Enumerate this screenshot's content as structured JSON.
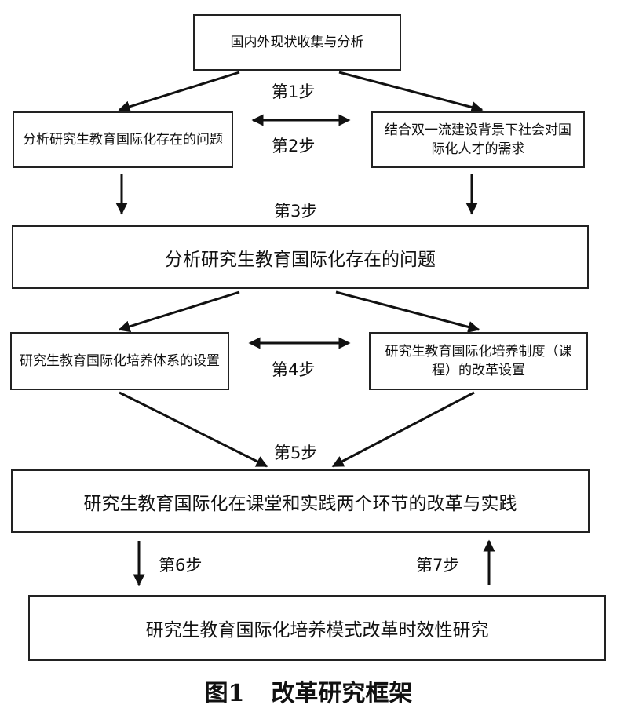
{
  "boxes": {
    "top": "国内外现状收集与分析",
    "left1": "分析研究生教育国际化存在的问题",
    "right1": "结合双一流建设背景下社会对国际化人才的需求",
    "middle1": "分析研究生教育国际化存在的问题",
    "left2": "研究生教育国际化培养体系的设置",
    "right2": "研究生教育国际化培养制度（课程）的改革设置",
    "middle2": "研究生教育国际化在课堂和实践两个环节的改革与实践",
    "bottom": "研究生教育国际化培养模式改革时效性研究"
  },
  "steps": {
    "s1": "第1步",
    "s2": "第2步",
    "s3": "第3步",
    "s4": "第4步",
    "s5": "第5步",
    "s6": "第6步",
    "s7": "第7步"
  },
  "caption": {
    "label": "图1",
    "title": "改革研究框架"
  }
}
